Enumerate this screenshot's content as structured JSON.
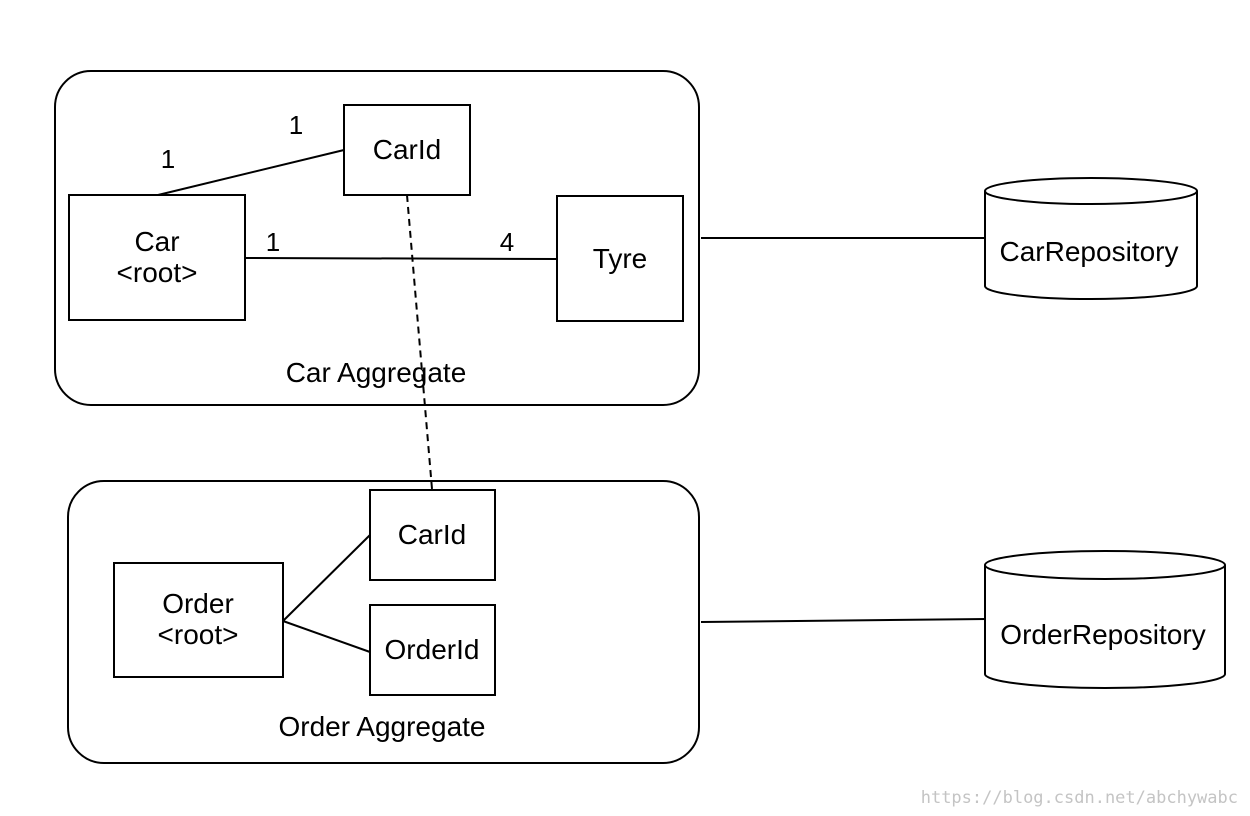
{
  "aggregates": {
    "car": {
      "label": "Car Aggregate"
    },
    "order": {
      "label": "Order Aggregate"
    }
  },
  "nodes": {
    "car_root": {
      "line1": "Car",
      "line2": "<root>"
    },
    "car_id_top": {
      "label": "CarId"
    },
    "tyre": {
      "label": "Tyre"
    },
    "order_root": {
      "line1": "Order",
      "line2": "<root>"
    },
    "car_id_bottom": {
      "label": "CarId"
    },
    "order_id": {
      "label": "OrderId"
    }
  },
  "multiplicities": {
    "car_side_to_carid": "1",
    "carid_side": "1",
    "car_side_to_tyre": "1",
    "tyre_side": "4"
  },
  "repositories": {
    "car": {
      "label": "CarRepository"
    },
    "order": {
      "label": "OrderRepository"
    }
  },
  "watermark": "https://blog.csdn.net/abchywabc"
}
